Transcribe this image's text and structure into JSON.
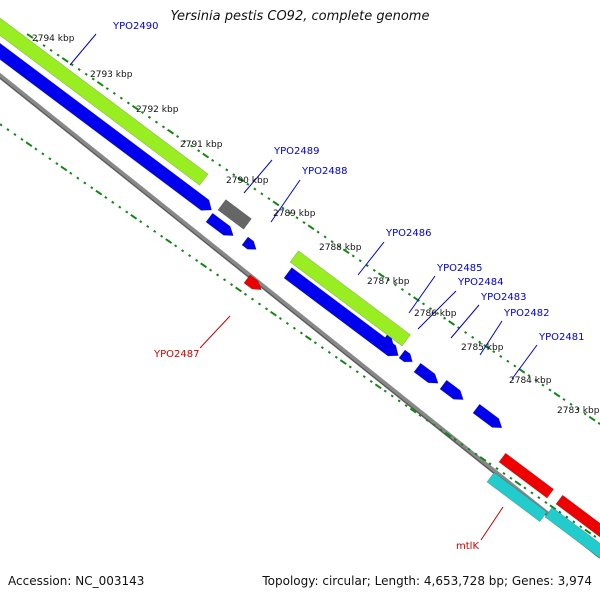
{
  "title": "Yersinia pestis CO92, complete genome",
  "footer": {
    "accession": "Accession: NC_003143",
    "stats": "Topology: circular; Length: 4,653,728 bp; Genes: 3,974"
  },
  "colors": {
    "cds_forward": "#0000ee",
    "cds_reverse": "#ee0000",
    "orf_forward": "#99ee22",
    "orf_reverse": "#22cccc",
    "rna": "#666666",
    "backbone": "#888888",
    "tick": "#118811",
    "label_forward": "#0000cc",
    "label_reverse": "#cc0000"
  },
  "scale_labels": [
    "2794 kbp",
    "2793 kbp",
    "2792 kbp",
    "2791 kbp",
    "2790 kbp",
    "2789 kbp",
    "2788 kbp",
    "2787 kbp",
    "2786 kbp",
    "2785 kbp",
    "2784 kbp",
    "2783 kbp"
  ],
  "gene_labels": [
    {
      "text": "YPO2490",
      "strand": "forward"
    },
    {
      "text": "YPO2489",
      "strand": "forward"
    },
    {
      "text": "YPO2488",
      "strand": "forward"
    },
    {
      "text": "YPO2486",
      "strand": "forward"
    },
    {
      "text": "YPO2485",
      "strand": "forward"
    },
    {
      "text": "YPO2484",
      "strand": "forward"
    },
    {
      "text": "YPO2483",
      "strand": "forward"
    },
    {
      "text": "YPO2482",
      "strand": "forward"
    },
    {
      "text": "YPO2481",
      "strand": "forward"
    },
    {
      "text": "YPO2487",
      "strand": "reverse"
    },
    {
      "text": "mtlK",
      "strand": "reverse"
    }
  ]
}
